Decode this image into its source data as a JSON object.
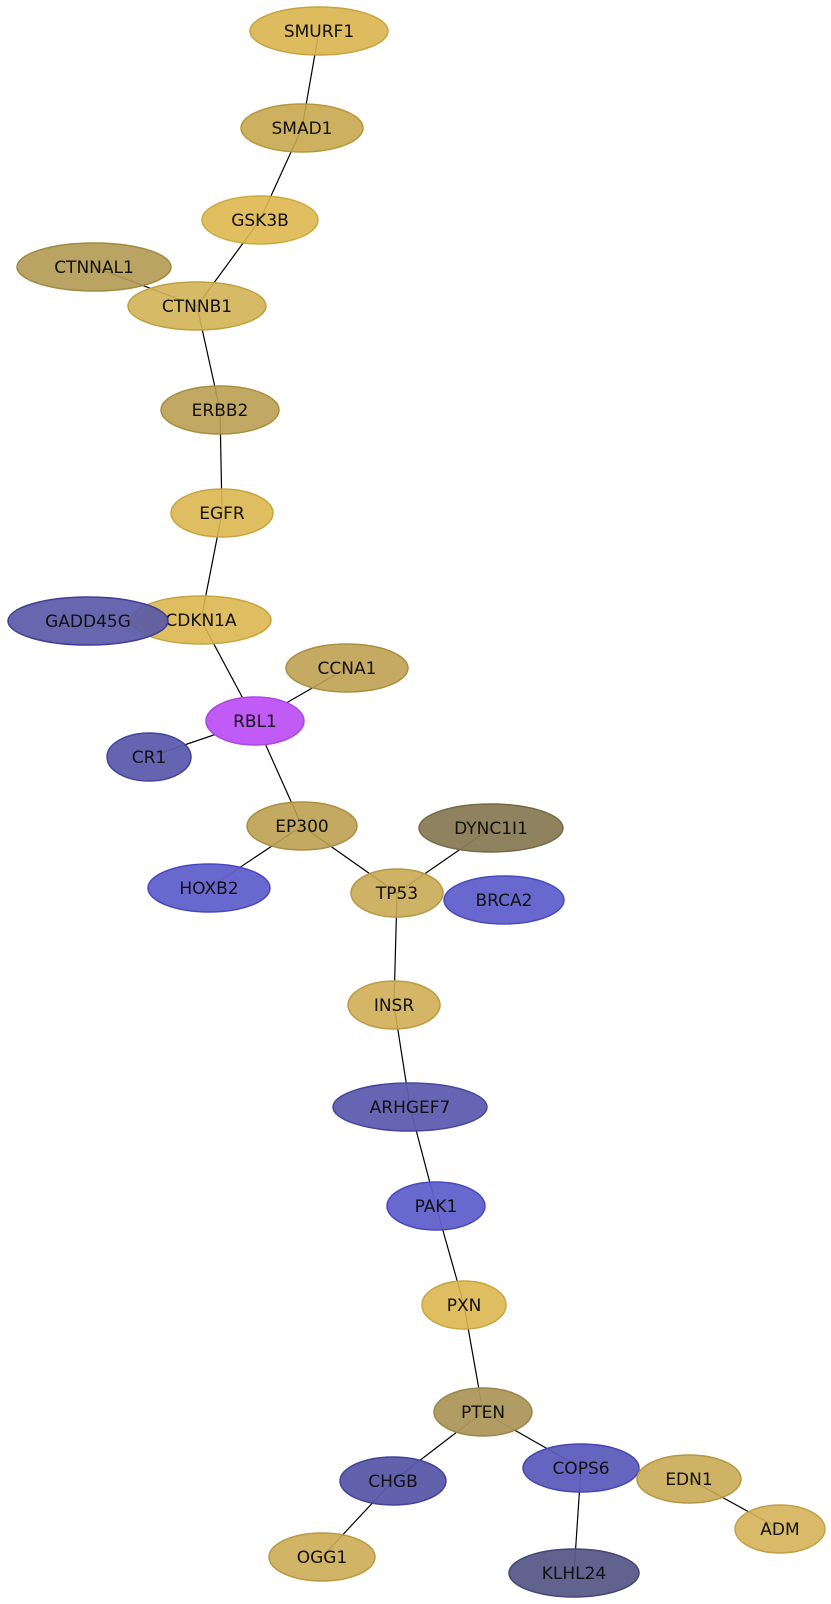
{
  "nodes": [
    {
      "id": "SMURF1",
      "label": "SMURF1",
      "fill": "#d9b54f",
      "stroke": "#c8a23c",
      "opacity": 0.9
    },
    {
      "id": "SMAD1",
      "label": "SMAD1",
      "fill": "#c9a84f",
      "stroke": "#b8963c",
      "opacity": 0.9
    },
    {
      "id": "GSK3B",
      "label": "GSK3B",
      "fill": "#deb84f",
      "stroke": "#ccaa3e",
      "opacity": 0.9
    },
    {
      "id": "CTNNAL1",
      "label": "CTNNAL1",
      "fill": "#b39a52",
      "stroke": "#a28840",
      "opacity": 0.9
    },
    {
      "id": "CTNNB1",
      "label": "CTNNB1",
      "fill": "#d1b254",
      "stroke": "#c09f40",
      "opacity": 0.9
    },
    {
      "id": "ERBB2",
      "label": "ERBB2",
      "fill": "#bba052",
      "stroke": "#a88d40",
      "opacity": 0.9
    },
    {
      "id": "EGFR",
      "label": "EGFR",
      "fill": "#dcb650",
      "stroke": "#c9a43e",
      "opacity": 0.9
    },
    {
      "id": "CDKN1A",
      "label": "CDKN1A",
      "fill": "#dcb650",
      "stroke": "#c9a43e",
      "opacity": 0.9
    },
    {
      "id": "GADD45G",
      "label": "GADD45G",
      "fill": "#5a5aa8",
      "stroke": "#3e3e96",
      "opacity": 0.92
    },
    {
      "id": "CCNA1",
      "label": "CCNA1",
      "fill": "#bea152",
      "stroke": "#ab8e40",
      "opacity": 0.9
    },
    {
      "id": "RBL1",
      "label": "RBL1",
      "fill": "#c05cf5",
      "stroke": "#a948e0",
      "opacity": 1.0
    },
    {
      "id": "CR1",
      "label": "CR1",
      "fill": "#5c5cac",
      "stroke": "#4444a0",
      "opacity": 0.95
    },
    {
      "id": "EP300",
      "label": "EP300",
      "fill": "#bea052",
      "stroke": "#ab8e40",
      "opacity": 0.9
    },
    {
      "id": "DYNC1I1",
      "label": "DYNC1I1",
      "fill": "#887b56",
      "stroke": "#766944",
      "opacity": 0.95
    },
    {
      "id": "HOXB2",
      "label": "HOXB2",
      "fill": "#6060cc",
      "stroke": "#4848c0",
      "opacity": 0.95
    },
    {
      "id": "TP53",
      "label": "TP53",
      "fill": "#c9aa55",
      "stroke": "#b69742",
      "opacity": 0.9
    },
    {
      "id": "BRCA2",
      "label": "BRCA2",
      "fill": "#6060cc",
      "stroke": "#4848c0",
      "opacity": 0.95
    },
    {
      "id": "INSR",
      "label": "INSR",
      "fill": "#cfae55",
      "stroke": "#bc9b42",
      "opacity": 0.9
    },
    {
      "id": "ARHGEF7",
      "label": "ARHGEF7",
      "fill": "#5d5db0",
      "stroke": "#4646a2",
      "opacity": 0.95
    },
    {
      "id": "PAK1",
      "label": "PAK1",
      "fill": "#6060cc",
      "stroke": "#4848c0",
      "opacity": 0.95
    },
    {
      "id": "PXN",
      "label": "PXN",
      "fill": "#dcb650",
      "stroke": "#c9a43e",
      "opacity": 0.9
    },
    {
      "id": "PTEN",
      "label": "PTEN",
      "fill": "#ad985c",
      "stroke": "#9b864a",
      "opacity": 0.95
    },
    {
      "id": "CHGB",
      "label": "CHGB",
      "fill": "#5a5aa8",
      "stroke": "#42429a",
      "opacity": 0.95
    },
    {
      "id": "COPS6",
      "label": "COPS6",
      "fill": "#5d5dbd",
      "stroke": "#4646b0",
      "opacity": 0.95
    },
    {
      "id": "EDN1",
      "label": "EDN1",
      "fill": "#c9aa55",
      "stroke": "#b69742",
      "opacity": 0.9
    },
    {
      "id": "ADM",
      "label": "ADM",
      "fill": "#d4b358",
      "stroke": "#c1a045",
      "opacity": 0.9
    },
    {
      "id": "OGG1",
      "label": "OGG1",
      "fill": "#ccac55",
      "stroke": "#b99942",
      "opacity": 0.9
    },
    {
      "id": "KLHL24",
      "label": "KLHL24",
      "fill": "#5a5a88",
      "stroke": "#444478",
      "opacity": 0.95
    }
  ],
  "edges": [
    [
      "SMURF1",
      "SMAD1"
    ],
    [
      "SMAD1",
      "GSK3B"
    ],
    [
      "GSK3B",
      "CTNNB1"
    ],
    [
      "CTNNAL1",
      "CTNNB1"
    ],
    [
      "CTNNB1",
      "ERBB2"
    ],
    [
      "ERBB2",
      "EGFR"
    ],
    [
      "EGFR",
      "CDKN1A"
    ],
    [
      "CDKN1A",
      "RBL1"
    ],
    [
      "CCNA1",
      "RBL1"
    ],
    [
      "CR1",
      "RBL1"
    ],
    [
      "RBL1",
      "EP300"
    ],
    [
      "EP300",
      "HOXB2"
    ],
    [
      "EP300",
      "TP53"
    ],
    [
      "DYNC1I1",
      "TP53"
    ],
    [
      "TP53",
      "INSR"
    ],
    [
      "INSR",
      "ARHGEF7"
    ],
    [
      "ARHGEF7",
      "PAK1"
    ],
    [
      "PAK1",
      "PXN"
    ],
    [
      "PXN",
      "PTEN"
    ],
    [
      "PTEN",
      "CHGB"
    ],
    [
      "PTEN",
      "COPS6"
    ],
    [
      "CHGB",
      "OGG1"
    ],
    [
      "COPS6",
      "KLHL24"
    ],
    [
      "EDN1",
      "ADM"
    ]
  ]
}
